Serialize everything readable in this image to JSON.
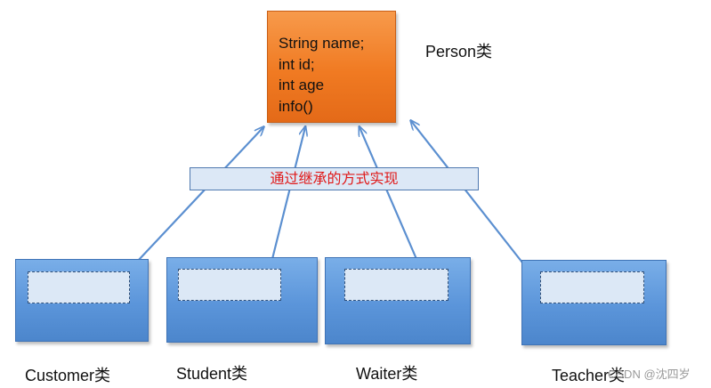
{
  "parent": {
    "fields": [
      "String name;",
      "int id;",
      "int age",
      "info()"
    ],
    "label": "Person类"
  },
  "banner": {
    "text": "通过继承的方式实现"
  },
  "children": [
    {
      "label": "Customer类"
    },
    {
      "label": "Student类"
    },
    {
      "label": "Waiter类"
    },
    {
      "label": "Teacher类"
    }
  ],
  "watermark": "CSDN @沈四岁",
  "colors": {
    "parent_fill": "#f07a22",
    "child_fill": "#5b95da",
    "inner_fill": "#dce8f6",
    "arrow": "#5b8fd0",
    "banner_text": "#e01818"
  }
}
